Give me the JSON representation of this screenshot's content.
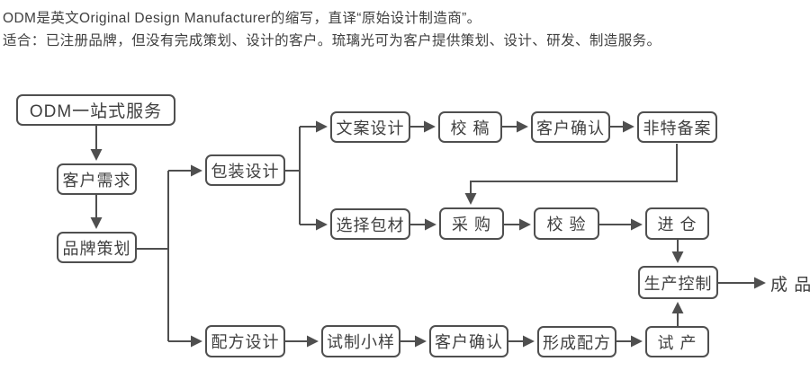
{
  "header": {
    "line1": "ODM是英文Original Design Manufacturer的缩写，直译“原始设计制造商”。",
    "line2": "适合：已注册品牌，但没有完成策划、设计的客户。琉璃光可为客户提供策划、设计、研发、制造服务。"
  },
  "flowchart": {
    "nodes": {
      "odm_service": "ODM一站式服务",
      "customer_demand": "客户需求",
      "brand_planning": "品牌策划",
      "packaging_design": "包装设计",
      "copy_design": "文案设计",
      "proofreading": "校 稿",
      "client_confirm_top": "客户确认",
      "non_special_filing": "非特备案",
      "select_packaging": "选择包材",
      "purchase": "采 购",
      "verification": "校 验",
      "warehousing": "进 仓",
      "production_control": "生产控制",
      "finished_product": "成 品",
      "formula_design": "配方设计",
      "trial_sample": "试制小样",
      "client_confirm_bottom": "客户确认",
      "formula_formation": "形成配方",
      "trial_production": "试 产"
    },
    "colors": {
      "line": "#4f4f4f",
      "text": "#3f3f3f",
      "background": "#ffffff"
    }
  }
}
